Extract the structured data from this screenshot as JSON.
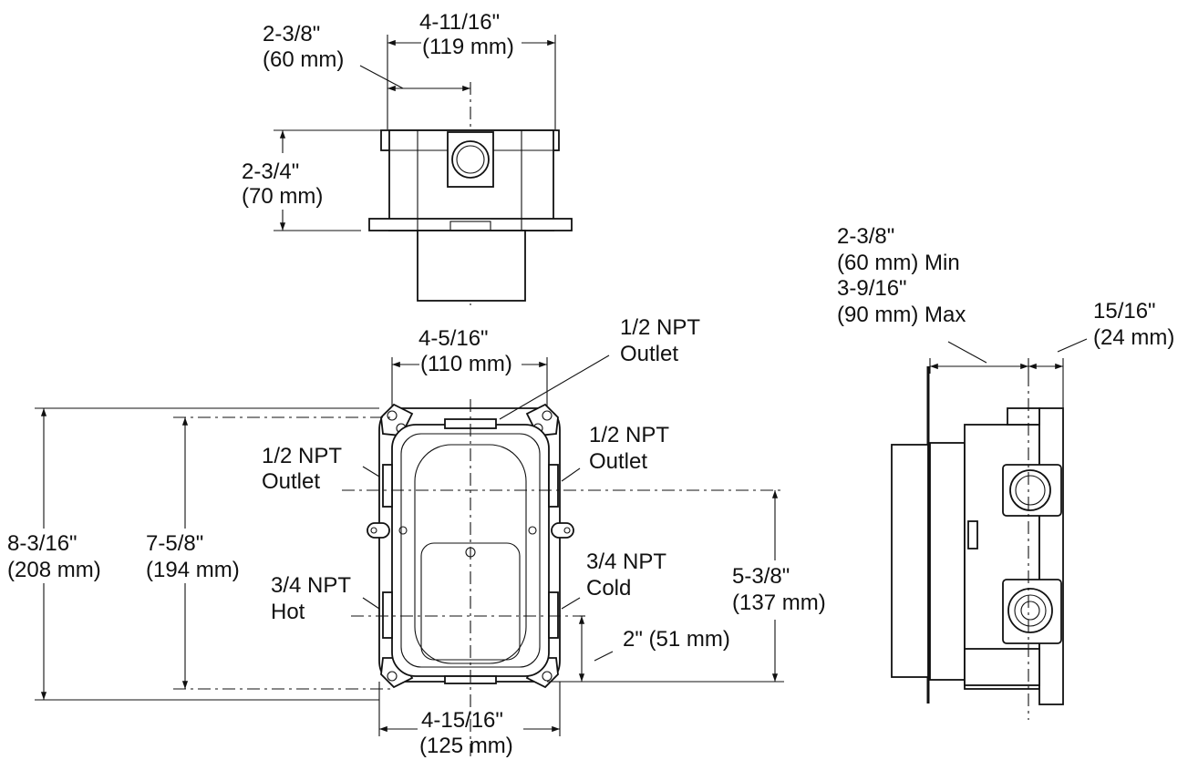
{
  "top_view": {
    "width_in": "4-11/16\"",
    "width_mm": "(119 mm)",
    "offset_in": "2-3/8\"",
    "offset_mm": "(60 mm)",
    "height_in": "2-3/4\"",
    "height_mm": "(70 mm)"
  },
  "front_view": {
    "inner_width_in": "4-5/16\"",
    "inner_width_mm": "(110 mm)",
    "outlet_top_1": "1/2 NPT",
    "outlet_top_2": "Outlet",
    "outlet_left_1": "1/2 NPT",
    "outlet_left_2": "Outlet",
    "outlet_right_1": "1/2 NPT",
    "outlet_right_2": "Outlet",
    "total_height_in": "8-3/16\"",
    "total_height_mm": "(208 mm)",
    "mount_height_in": "7-5/8\"",
    "mount_height_mm": "(194 mm)",
    "hot_1": "3/4 NPT",
    "hot_2": "Hot",
    "cold_1": "3/4 NPT",
    "cold_2": "Cold",
    "outlet_spacing_in": "5-3/8\"",
    "outlet_spacing_mm": "(137 mm)",
    "inlet_height": "2\" (51 mm)",
    "bottom_width_in": "4-15/16\"",
    "bottom_width_mm": "(125 mm)"
  },
  "side_view": {
    "min_in": "2-3/8\"",
    "min_mm": "(60 mm) Min",
    "max_in": "3-9/16\"",
    "max_mm": "(90 mm) Max",
    "flange_in": "15/16\"",
    "flange_mm": "(24 mm)"
  }
}
